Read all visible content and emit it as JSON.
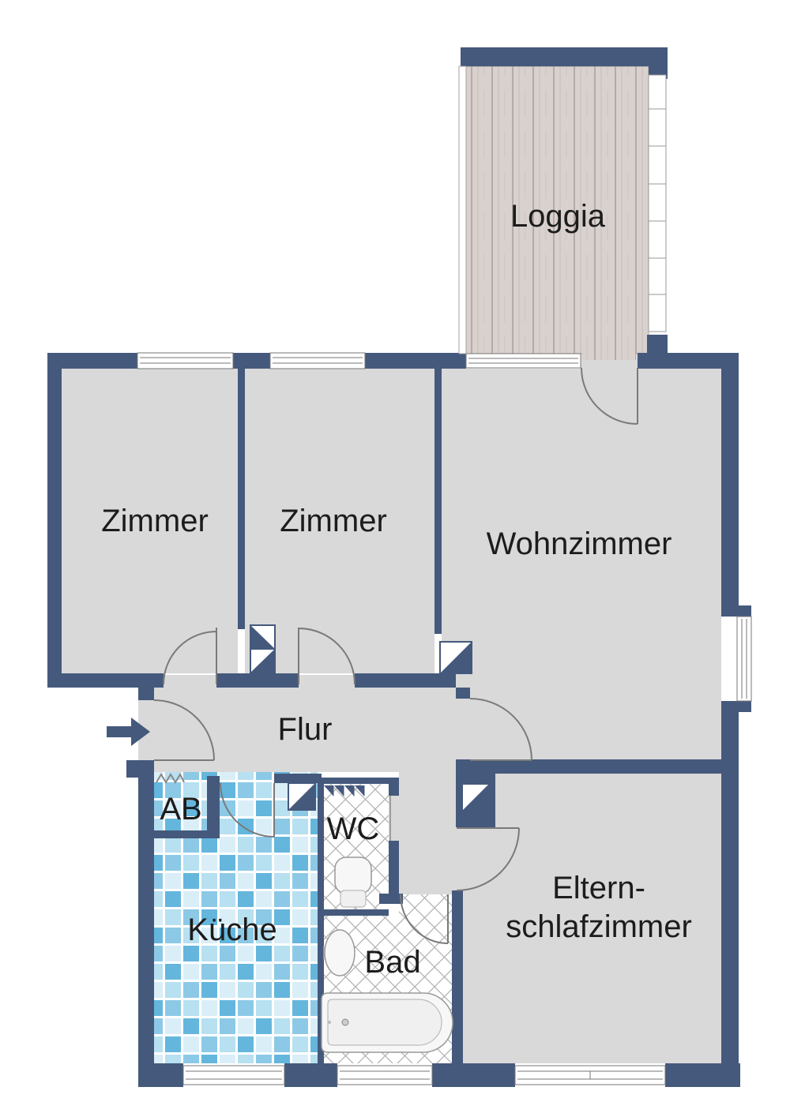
{
  "plan_type": "apartment-floor-plan",
  "labels": {
    "loggia": "Loggia",
    "zimmer_left": "Zimmer",
    "zimmer_mid": "Zimmer",
    "wohnzimmer": "Wohnzimmer",
    "flur": "Flur",
    "ab": "AB",
    "kueche": "Küche",
    "wc": "WC",
    "bad": "Bad",
    "eltern_line1": "Eltern-",
    "eltern_line2": "schlafzimmer"
  },
  "symbols": {
    "entry_arrow": "arrow-right-entry",
    "toilet": "toilet-top-view",
    "sink": "oval-washbasin",
    "bathtub": "bathtub-top-view",
    "wardrobe": "zigzag-coat-rack",
    "shaft": "diagonal-split-square-duct",
    "vent": "sawtooth-vent-strip",
    "windows": "double-line-window",
    "doors": "quarter-arc-door-swing"
  },
  "colors": {
    "wall": "#45597c",
    "floor": "#d9d9d9",
    "door_stroke": "#7a7a7a",
    "label": "#1c1c1c",
    "wood": "#d8d1ce",
    "wood_line": "#b5aaa7",
    "tile_grid_line": "#b0b0b0",
    "kitchen_blue_1": "#64b6dd",
    "kitchen_blue_2": "#8cc9e6",
    "kitchen_blue_3": "#b7e0f1",
    "kitchen_blue_4": "#daeef8",
    "background": "#ffffff"
  }
}
